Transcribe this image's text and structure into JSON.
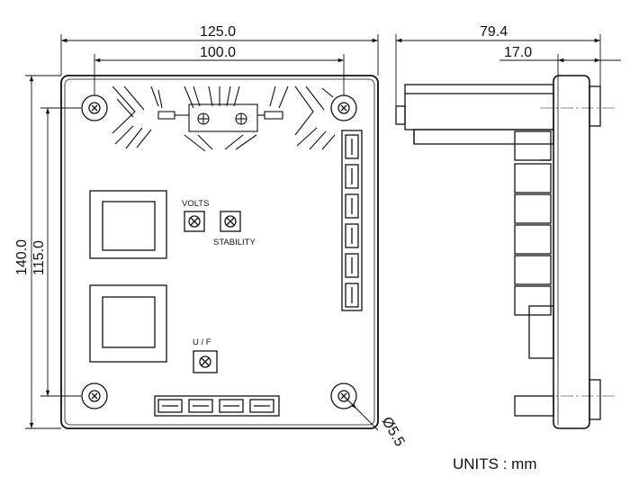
{
  "dimensions": {
    "overall_width": "125.0",
    "hole_spacing_horizontal": "100.0",
    "overall_height": "140.0",
    "hole_spacing_vertical": "115.0",
    "side_depth": "79.4",
    "side_offset": "17.0",
    "hole_diameter": "Ø5.5"
  },
  "labels": {
    "volts": "VOLTS",
    "stability": "STABILITY",
    "uf": "U / F"
  },
  "units": "UNITS : mm"
}
